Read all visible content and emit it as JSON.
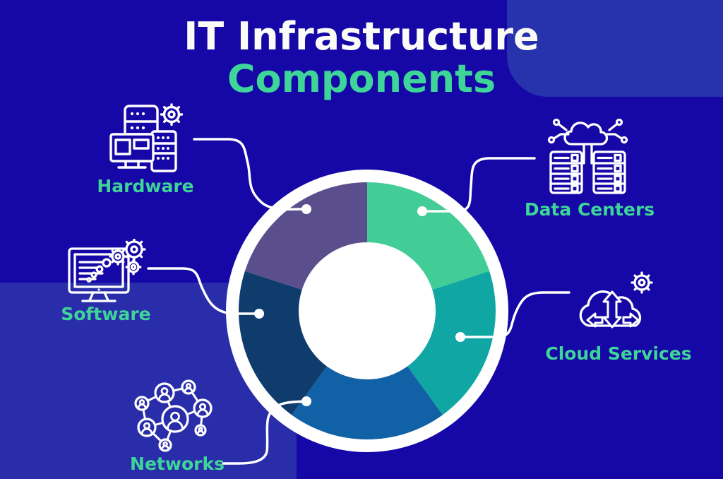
{
  "title": {
    "line1": "IT Infrastructure",
    "line2": "Components"
  },
  "items": [
    {
      "id": "hardware",
      "label": "Hardware",
      "icon": "hardware-icon",
      "segment_color": "#5B4E8D"
    },
    {
      "id": "software",
      "label": "Software",
      "icon": "software-icon",
      "segment_color": "#0F3B6D"
    },
    {
      "id": "networks",
      "label": "Networks",
      "icon": "networks-icon",
      "segment_color": "#1161A6"
    },
    {
      "id": "data-centers",
      "label": "Data Centers",
      "icon": "data-centers-icon",
      "segment_color": "#42CD97"
    },
    {
      "id": "cloud-services",
      "label": "Cloud Services",
      "icon": "cloud-services-icon",
      "segment_color": "#0FA6A3"
    }
  ],
  "colors": {
    "background": "#1608A6",
    "panel_top_right": "#2733AC",
    "panel_bottom_left": "#2A2DA9",
    "accent_green": "#3ED598",
    "title_white": "#FBFBF7",
    "connector_white": "#FFFFFF"
  },
  "chart_data": {
    "type": "pie",
    "title": "IT Infrastructure Components",
    "donut": true,
    "categories": [
      "Data Centers",
      "Cloud Services",
      "Networks",
      "Software",
      "Hardware"
    ],
    "values": [
      20,
      20,
      20,
      20,
      20
    ],
    "colors": [
      "#42CD97",
      "#0FA6A3",
      "#1161A6",
      "#0F3B6D",
      "#5B4E8D"
    ],
    "start_angle_deg": 90,
    "direction": "clockwise",
    "legend": "none",
    "annotations": "each segment linked by a white connector line and dot to an icon + label"
  }
}
